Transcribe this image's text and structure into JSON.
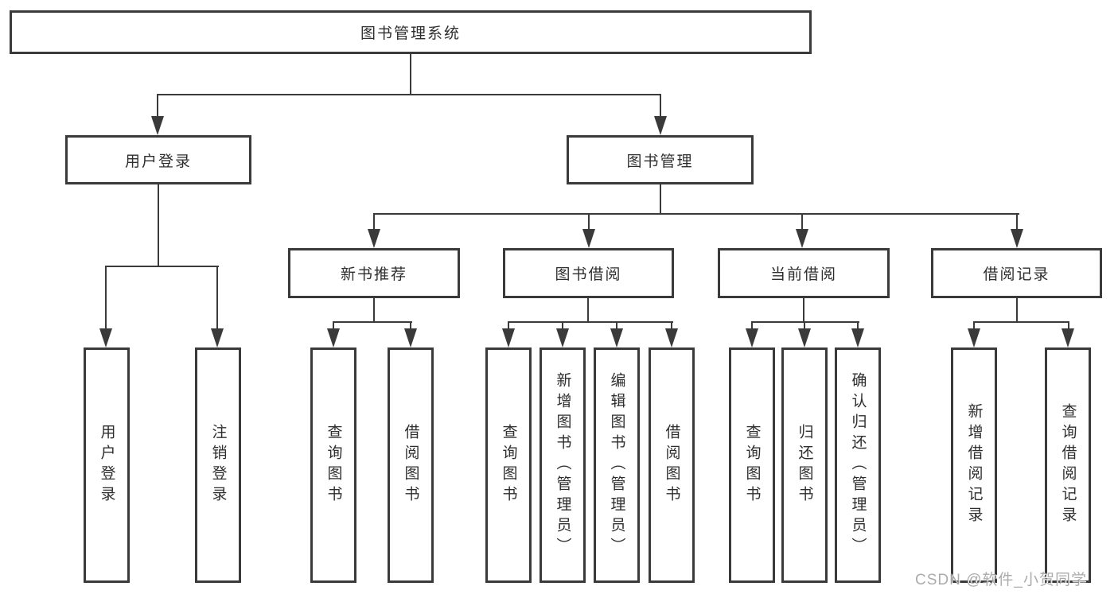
{
  "tree": {
    "label": "图书管理系统",
    "children": [
      {
        "label": "用户登录",
        "children": [
          {
            "label": "用户登录"
          },
          {
            "label": "注销登录"
          }
        ]
      },
      {
        "label": "图书管理",
        "children": [
          {
            "label": "新书推荐",
            "children": [
              {
                "label": "查询图书"
              },
              {
                "label": "借阅图书"
              }
            ]
          },
          {
            "label": "图书借阅",
            "children": [
              {
                "label": "查询图书"
              },
              {
                "label": "新增图书（管理员）"
              },
              {
                "label": "编辑图书（管理员）"
              },
              {
                "label": "借阅图书"
              }
            ]
          },
          {
            "label": "当前借阅",
            "children": [
              {
                "label": "查询图书"
              },
              {
                "label": "归还图书"
              },
              {
                "label": "确认归还（管理员）"
              }
            ]
          },
          {
            "label": "借阅记录",
            "children": [
              {
                "label": "新增借阅记录"
              },
              {
                "label": "查询借阅记录"
              }
            ]
          }
        ]
      }
    ]
  },
  "watermark": {
    "text": "CSDN @软件_小贺同学"
  },
  "colors": {
    "line": "#3a3a3a",
    "text": "#2e2e2e",
    "background": "#ffffff",
    "watermark": "#969696"
  }
}
